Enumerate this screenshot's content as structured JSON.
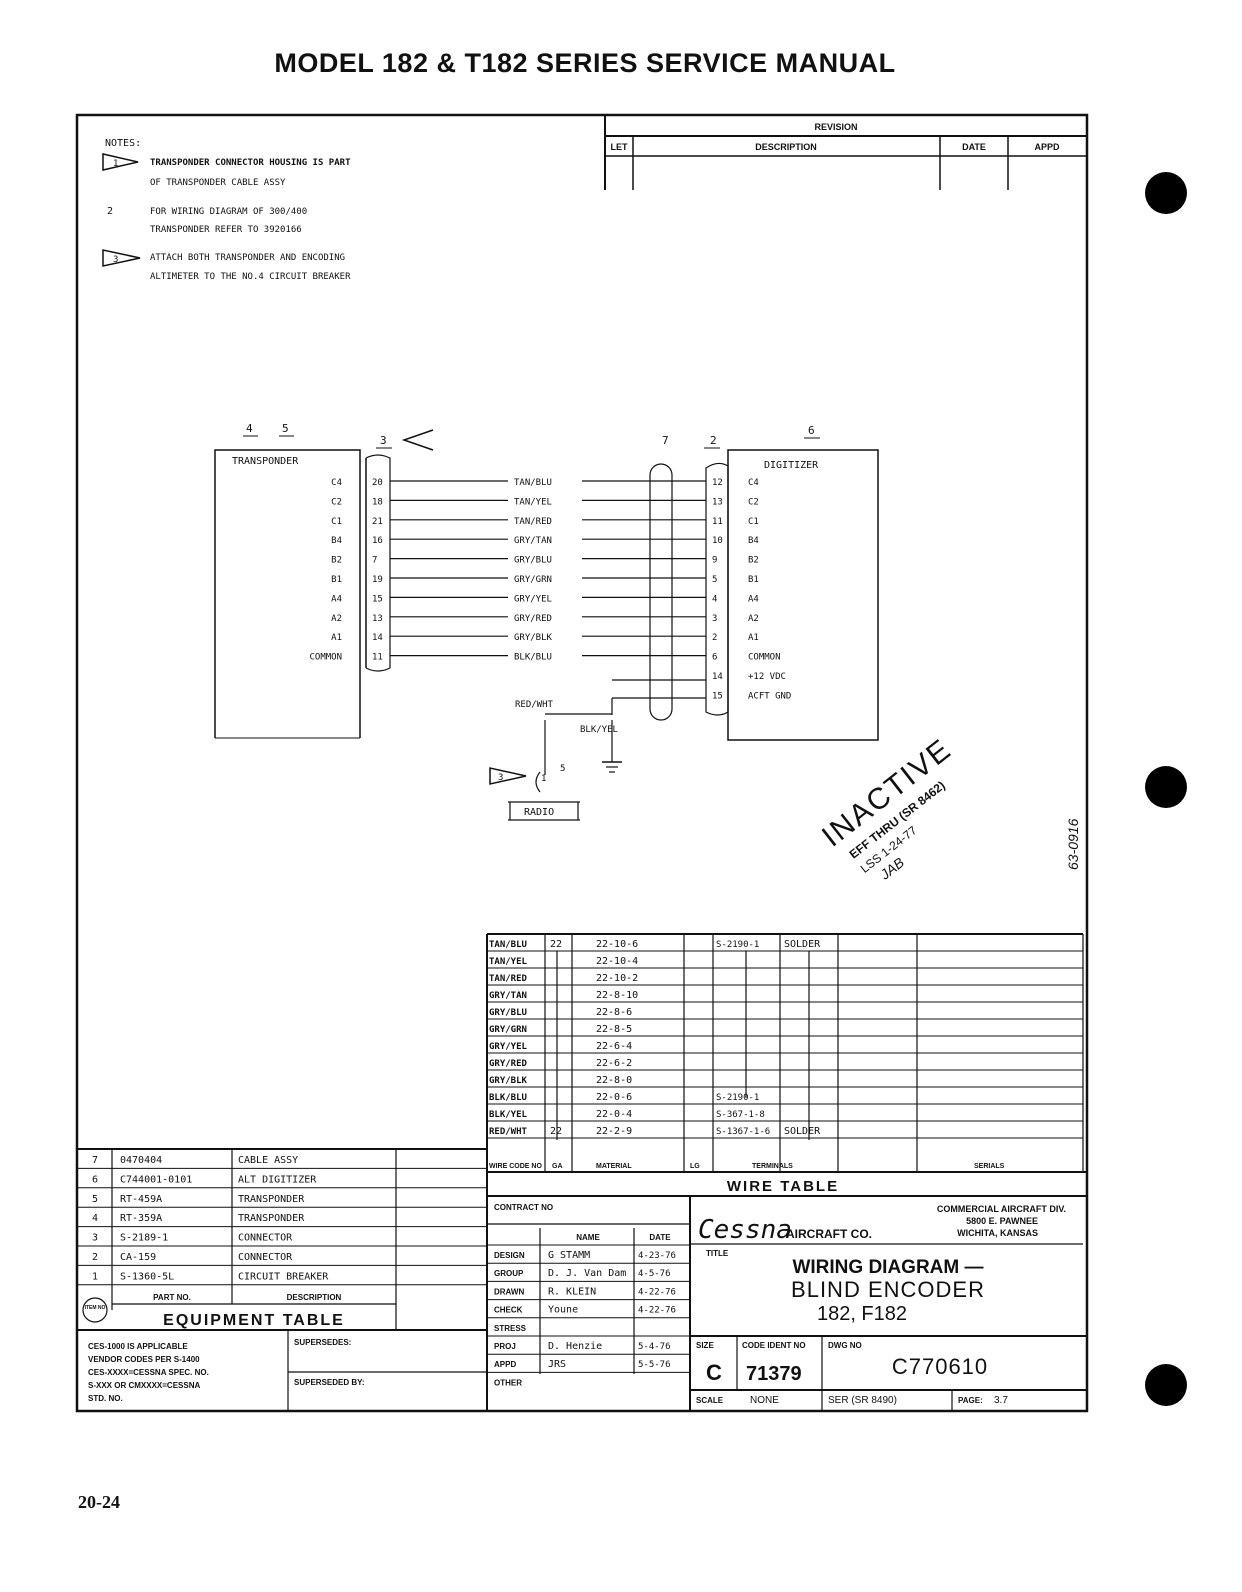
{
  "header": {
    "title": "MODEL 182 & T182 SERIES SERVICE MANUAL"
  },
  "page_number": "20-24",
  "notes": {
    "heading": "NOTES:",
    "items": [
      {
        "marker": "1",
        "lines": [
          "TRANSPONDER CONNECTOR HOUSING IS PART",
          "OF TRANSPONDER CABLE ASSY"
        ]
      },
      {
        "marker": "2",
        "lines": [
          "FOR WIRING DIAGRAM OF 300/400",
          "TRANSPONDER REFER TO 3920166"
        ]
      },
      {
        "marker": "3",
        "lines": [
          "ATTACH BOTH TRANSPONDER AND ENCODING",
          "ALTIMETER TO THE NO.4 CIRCUIT BREAKER"
        ]
      }
    ]
  },
  "revision_block": {
    "title": "REVISION",
    "columns": [
      "LET",
      "DESCRIPTION",
      "DATE",
      "APPD"
    ]
  },
  "schematic": {
    "transponder_refs": [
      "4",
      "5"
    ],
    "transponder_connector_ref": "3",
    "transponder_label": "TRANSPONDER",
    "digitizer_connector_ref": "2",
    "digitizer_ref": "6",
    "cable_ref": "7",
    "digitizer_label": "DIGITIZER",
    "wires": [
      {
        "t_sig": "C4",
        "t_pin": "20",
        "color": "TAN/BLU",
        "d_pin": "12",
        "d_sig": "C4"
      },
      {
        "t_sig": "C2",
        "t_pin": "18",
        "color": "TAN/YEL",
        "d_pin": "13",
        "d_sig": "C2"
      },
      {
        "t_sig": "C1",
        "t_pin": "21",
        "color": "TAN/RED",
        "d_pin": "11",
        "d_sig": "C1"
      },
      {
        "t_sig": "B4",
        "t_pin": "16",
        "color": "GRY/TAN",
        "d_pin": "10",
        "d_sig": "B4"
      },
      {
        "t_sig": "B2",
        "t_pin": "7",
        "color": "GRY/BLU",
        "d_pin": "9",
        "d_sig": "B2"
      },
      {
        "t_sig": "B1",
        "t_pin": "19",
        "color": "GRY/GRN",
        "d_pin": "5",
        "d_sig": "B1"
      },
      {
        "t_sig": "A4",
        "t_pin": "15",
        "color": "GRY/YEL",
        "d_pin": "4",
        "d_sig": "A4"
      },
      {
        "t_sig": "A2",
        "t_pin": "13",
        "color": "GRY/RED",
        "d_pin": "3",
        "d_sig": "A2"
      },
      {
        "t_sig": "A1",
        "t_pin": "14",
        "color": "GRY/BLK",
        "d_pin": "2",
        "d_sig": "A1"
      },
      {
        "t_sig": "COMMON",
        "t_pin": "11",
        "color": "BLK/BLU",
        "d_pin": "6",
        "d_sig": "COMMON"
      }
    ],
    "power_pins": [
      {
        "d_pin": "14",
        "d_sig": "+12 VDC"
      },
      {
        "d_pin": "15",
        "d_sig": "ACFT GND"
      }
    ],
    "power_wires": {
      "red": "RED/WHT",
      "black": "BLK/YEL"
    },
    "breaker_ref": "1",
    "breaker_amps": "5",
    "breaker_label": "RADIO",
    "note_marker": "3"
  },
  "stamp": {
    "main": "INACTIVE",
    "line1": "EFF THRU (SR 8462)",
    "line2": "LSS 1-24-77",
    "initials": "JAB",
    "side": "63-0916"
  },
  "wire_table": {
    "title": "WIRE TABLE",
    "footer": [
      "WIRE CODE NO",
      "GA",
      "MATERIAL",
      "LG",
      "TERMINALS",
      "SERIALS"
    ],
    "rows": [
      {
        "code": "TAN/BLU",
        "ga": "22",
        "material": "22-10-6",
        "terminal": "S-2190-1",
        "end": "SOLDER"
      },
      {
        "code": "TAN/YEL",
        "ga": "",
        "material": "22-10-4",
        "terminal": "",
        "end": ""
      },
      {
        "code": "TAN/RED",
        "ga": "",
        "material": "22-10-2",
        "terminal": "",
        "end": ""
      },
      {
        "code": "GRY/TAN",
        "ga": "",
        "material": "22-8-10",
        "terminal": "",
        "end": ""
      },
      {
        "code": "GRY/BLU",
        "ga": "",
        "material": "22-8-6",
        "terminal": "",
        "end": ""
      },
      {
        "code": "GRY/GRN",
        "ga": "",
        "material": "22-8-5",
        "terminal": "",
        "end": ""
      },
      {
        "code": "GRY/YEL",
        "ga": "",
        "material": "22-6-4",
        "terminal": "",
        "end": ""
      },
      {
        "code": "GRY/RED",
        "ga": "",
        "material": "22-6-2",
        "terminal": "",
        "end": ""
      },
      {
        "code": "GRY/BLK",
        "ga": "",
        "material": "22-8-0",
        "terminal": "",
        "end": ""
      },
      {
        "code": "BLK/BLU",
        "ga": "",
        "material": "22-0-6",
        "terminal": "S-2190-1",
        "end": ""
      },
      {
        "code": "BLK/YEL",
        "ga": "",
        "material": "22-0-4",
        "terminal": "S-367-1-8",
        "end": ""
      },
      {
        "code": "RED/WHT",
        "ga": "22",
        "material": "22-2-9",
        "terminal": "S-1367-1-6",
        "end": "SOLDER"
      }
    ]
  },
  "equipment_table": {
    "title": "EQUIPMENT TABLE",
    "col_part": "PART NO.",
    "col_desc": "DESCRIPTION",
    "rows": [
      {
        "item": "7",
        "part": "0470404",
        "desc": "CABLE ASSY"
      },
      {
        "item": "6",
        "part": "C744001-0101",
        "desc": "ALT DIGITIZER"
      },
      {
        "item": "5",
        "part": "RT-459A",
        "desc": "TRANSPONDER"
      },
      {
        "item": "4",
        "part": "RT-359A",
        "desc": "TRANSPONDER"
      },
      {
        "item": "3",
        "part": "S-2189-1",
        "desc": "CONNECTOR"
      },
      {
        "item": "2",
        "part": "CA-159",
        "desc": "CONNECTOR"
      },
      {
        "item": "1",
        "part": "S-1360-5L",
        "desc": "CIRCUIT BREAKER"
      }
    ],
    "logo": "ITEM NO"
  },
  "vendor_note": [
    "CES-1000 IS APPLICABLE",
    "VENDOR CODES PER S-1400",
    "CES-XXXX=CESSNA SPEC. NO.",
    "S-XXX OR CMXXXX=CESSNA",
    "STD. NO."
  ],
  "supersedes_label": "SUPERSEDES:",
  "superseded_by_label": "SUPERSEDED BY:",
  "title_block": {
    "contract_label": "CONTRACT NO",
    "name_label": "NAME",
    "date_label": "DATE",
    "signoffs": [
      {
        "role": "DESIGN",
        "name": "G STAMM",
        "date": "4-23-76"
      },
      {
        "role": "GROUP",
        "name": "D. J. Van Dam",
        "date": "4-5-76"
      },
      {
        "role": "DRAWN",
        "name": "R. KLEIN",
        "date": "4-22-76"
      },
      {
        "role": "CHECK",
        "name": "Youne",
        "date": "4-22-76"
      },
      {
        "role": "STRESS",
        "name": "",
        "date": ""
      },
      {
        "role": "PROJ",
        "name": "D. Henzie",
        "date": "5-4-76"
      },
      {
        "role": "APPD",
        "name": "JRS",
        "date": "5-5-76"
      },
      {
        "role": "OTHER",
        "name": "",
        "date": ""
      }
    ],
    "company": {
      "brand": "Cessna",
      "suffix": "AIRCRAFT CO.",
      "division": "COMMERCIAL AIRCRAFT DIV.",
      "address1": "5800 E. PAWNEE",
      "address2": "WICHITA, KANSAS"
    },
    "title_label": "TITLE",
    "title_lines": [
      "WIRING DIAGRAM —",
      "BLIND ENCODER",
      "182, F182"
    ],
    "size_label": "SIZE",
    "size": "C",
    "code_ident_label": "CODE IDENT NO",
    "code_ident": "71379",
    "dwg_no_label": "DWG NO",
    "dwg_no": "C770610",
    "scale_label": "SCALE",
    "scale": "NONE",
    "ser": "SER (SR 8490)",
    "page_label": "PAGE:",
    "page": "3.7"
  }
}
